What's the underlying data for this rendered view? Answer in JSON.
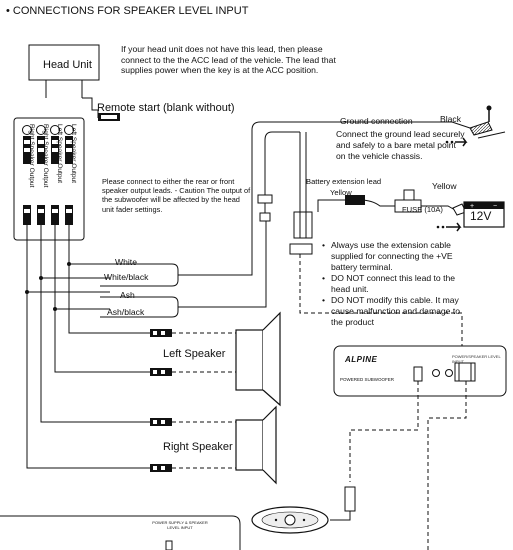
{
  "heading": "• CONNECTIONS FOR SPEAKER LEVEL INPUT",
  "head_unit": "Head Unit",
  "acc_note": "If your head unit does not have this lead, then please connect to the the ACC lead of the vehicle. The lead that supplies power when the key is at the ACC position.",
  "remote_start": "Remote start (blank without)",
  "outputs": {
    "right_rear": "Right Speaker Output",
    "right_front": "Right Speaker Output",
    "left_front": "Left Speaker Output",
    "left_rear": "Left Speaker Output"
  },
  "caution_note": "Please connect to either the rear or front speaker output leads. - Caution The output of the subwoofer will be affected by the head unit fader settings.",
  "wires": [
    "White",
    "White/black",
    "Ash",
    "Ash/black"
  ],
  "ground": {
    "title": "Ground connection",
    "color": "Black",
    "note": "Connect the ground lead securely and safely to a bare metal point on the vehicle chassis."
  },
  "battery": {
    "lead": "Battery extension lead",
    "color": "Yellow",
    "color2": "Yellow",
    "fuse": "FUSE (10A)",
    "voltage": "12V"
  },
  "bullets": [
    "Always use the extension cable supplied for connecting the +VE battery terminal.",
    "DO NOT connect this lead to the head unit.",
    "DO NOT modify this cable. It may cause malfunction and damage to the product"
  ],
  "speakers": {
    "left": "Left Speaker",
    "right": "Right Speaker"
  },
  "amp": {
    "brand": "ALPINE",
    "model": "POWERED SUBWOOFER",
    "power_label": "POWER/SPEAKER LEVEL INPUT",
    "bottom_label": "POWER SUPPLY & SPEAKER LEVEL INPUT"
  },
  "colors": {
    "line": "#111111",
    "fill": "#ffffff",
    "accent": "#000000"
  }
}
